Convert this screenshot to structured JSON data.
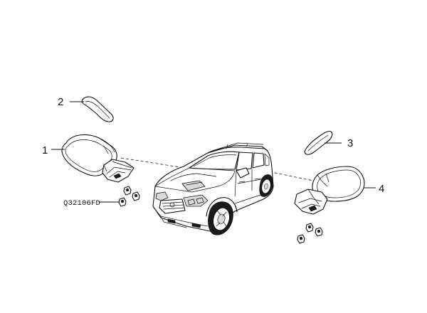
{
  "callouts": [
    {
      "id": "1",
      "label": "1"
    },
    {
      "id": "2",
      "label": "2"
    },
    {
      "id": "3",
      "label": "3"
    },
    {
      "id": "4",
      "label": "4"
    }
  ],
  "part_code": "Q32106FD"
}
